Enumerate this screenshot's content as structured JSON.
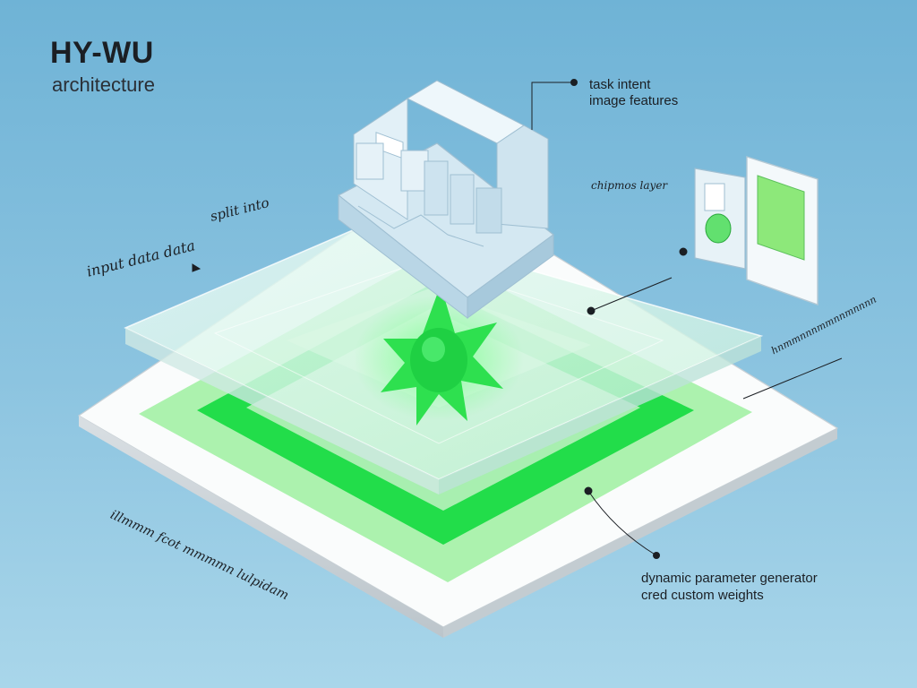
{
  "title": "HY-WU",
  "subtitle": "architecture",
  "labels": {
    "task_intent": "task intent",
    "image_features": "image features",
    "input_data": "input data data",
    "split_into": "split into",
    "chip_layer": "chipmos layer",
    "right_side": "hnmmnnnmmnnmnnnn",
    "bottom_left": "illmmm fcot mmmmn lulpidam",
    "dpg_line1": "dynamic parameter generator",
    "dpg_line2": "cred custom weights"
  },
  "colors": {
    "background_top": "#6fb3d6",
    "background_bottom": "#a9d6ea",
    "base_white": "#fafcfc",
    "green_light": "#9ef0a0",
    "green_bright": "#22dd4a",
    "glass": "#d8f2ee",
    "chip_blue": "#cfe6f2",
    "ink": "#1b1f24"
  },
  "icons": [
    "chip-block-icon",
    "monitor-panel-icon",
    "green-burst-icon"
  ]
}
